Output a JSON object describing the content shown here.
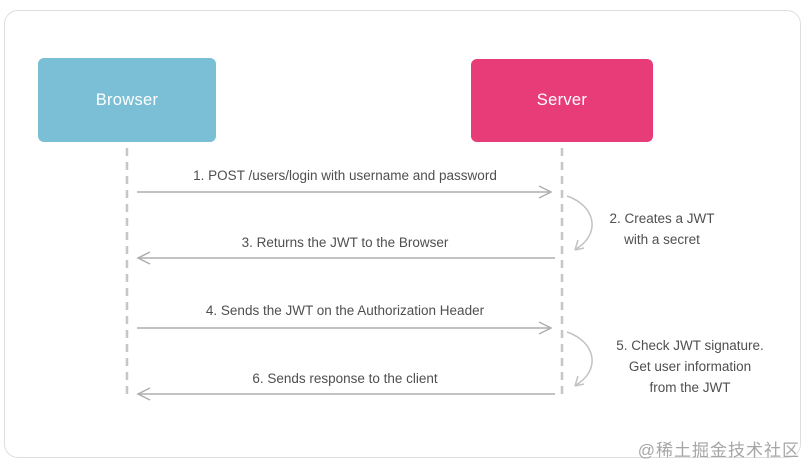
{
  "page": {
    "watermark": "@稀土掘金技术社区"
  },
  "colors": {
    "browser_box": "#7abfd5",
    "server_box": "#e73c77",
    "message_arrow": "#aeaeae",
    "lifeline": "#c6c6c6",
    "label_text": "#4f4f4f",
    "card_border": "#dedede",
    "watermark_text": "#a6a6a6"
  },
  "diagram": {
    "type": "sequence-diagram",
    "actors": [
      {
        "id": "browser",
        "label": "Browser"
      },
      {
        "id": "server",
        "label": "Server"
      }
    ],
    "messages": [
      {
        "label": "1. POST /users/login with username and password",
        "from": "browser",
        "to": "server",
        "direction": "right"
      },
      {
        "label": "3. Returns the JWT to the Browser",
        "from": "server",
        "to": "browser",
        "direction": "left"
      },
      {
        "label": "4. Sends the JWT on the Authorization Header",
        "from": "browser",
        "to": "server",
        "direction": "right"
      },
      {
        "label": "6. Sends response to the client",
        "from": "server",
        "to": "browser",
        "direction": "left"
      }
    ],
    "self_notes": [
      {
        "actor": "server",
        "lines": [
          "2. Creates a JWT",
          "with a secret"
        ]
      },
      {
        "actor": "server",
        "lines": [
          "5. Check JWT signature.",
          "Get user information",
          "from the JWT"
        ]
      }
    ]
  }
}
